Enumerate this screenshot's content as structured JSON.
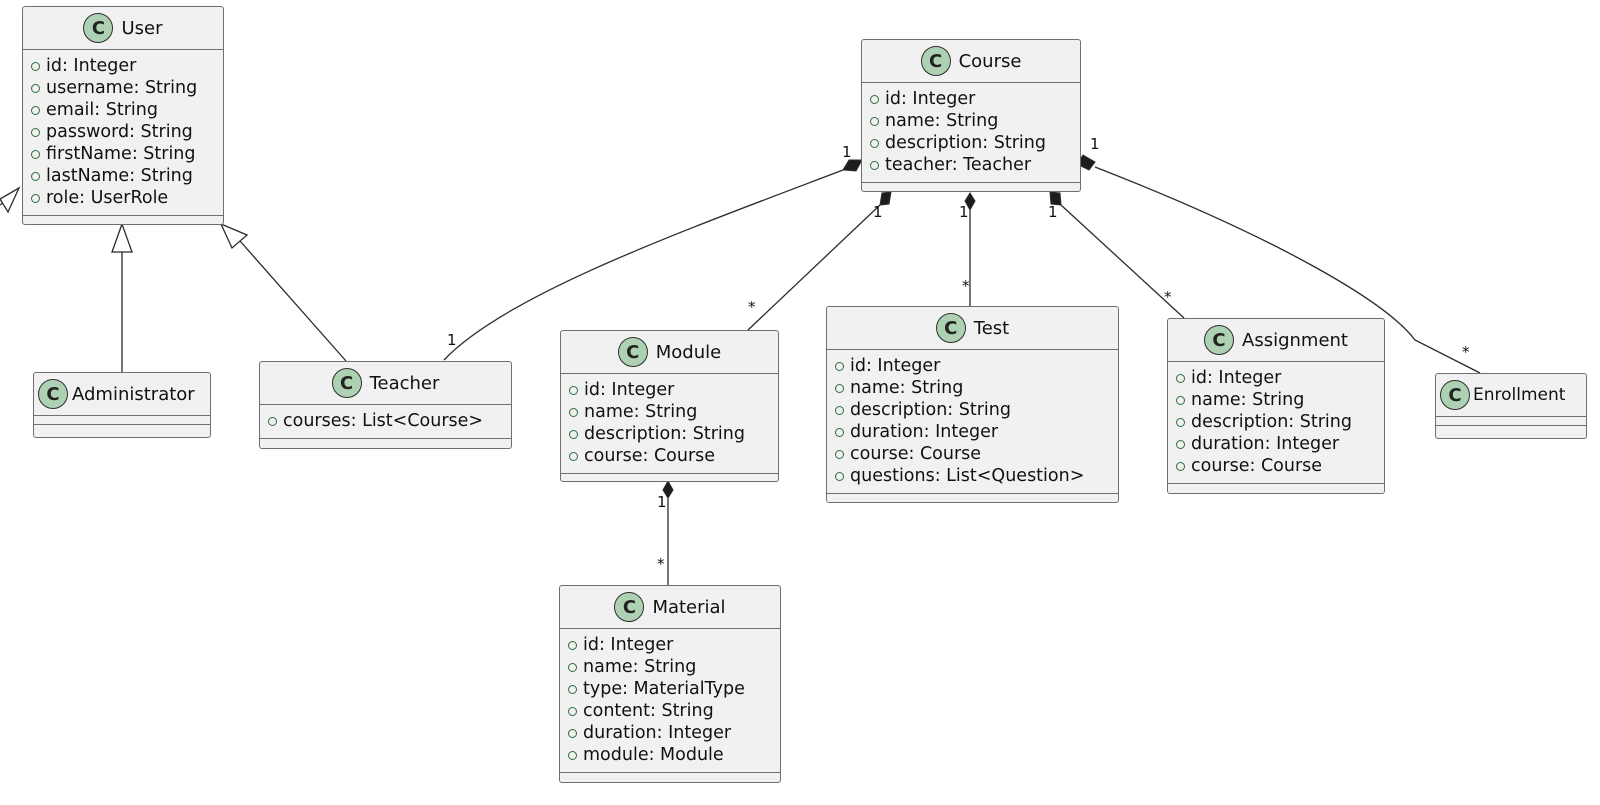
{
  "classes": {
    "user": {
      "name": "User",
      "attributes": [
        "id: Integer",
        "username: String",
        "email: String",
        "password: String",
        "firstName: String",
        "lastName: String",
        "role: UserRole"
      ]
    },
    "administrator": {
      "name": "Administrator",
      "attributes": []
    },
    "teacher": {
      "name": "Teacher",
      "attributes": [
        "courses: List<Course>"
      ]
    },
    "course": {
      "name": "Course",
      "attributes": [
        "id: Integer",
        "name: String",
        "description: String",
        "teacher: Teacher"
      ]
    },
    "module": {
      "name": "Module",
      "attributes": [
        "id: Integer",
        "name: String",
        "description: String",
        "course: Course"
      ]
    },
    "test": {
      "name": "Test",
      "attributes": [
        "id: Integer",
        "name: String",
        "description: String",
        "duration: Integer",
        "course: Course",
        "questions: List<Question>"
      ]
    },
    "assignment": {
      "name": "Assignment",
      "attributes": [
        "id: Integer",
        "name: String",
        "description: String",
        "duration: Integer",
        "course: Course"
      ]
    },
    "enrollment": {
      "name": "Enrollment",
      "attributes": []
    },
    "material": {
      "name": "Material",
      "attributes": [
        "id: Integer",
        "name: String",
        "type: MaterialType",
        "content: String",
        "duration: Integer",
        "module: Module"
      ]
    }
  },
  "class_badge": "C",
  "multiplicities": {
    "course_teacher_source": "1",
    "course_teacher_target": "1",
    "course_module_source": "1",
    "course_module_target": "*",
    "course_test_source": "1",
    "course_test_target": "*",
    "course_assignment_source": "1",
    "course_assignment_target": "*",
    "course_enrollment_source": "1",
    "course_enrollment_target": "*",
    "module_material_source": "1",
    "module_material_target": "*"
  },
  "colors": {
    "class_fill": "#f1f1f1",
    "class_border": "#6f6f6f",
    "badge_fill": "#add1b2",
    "visibility_marker": "#2d6e3a",
    "edge": "#2b2b2b"
  }
}
